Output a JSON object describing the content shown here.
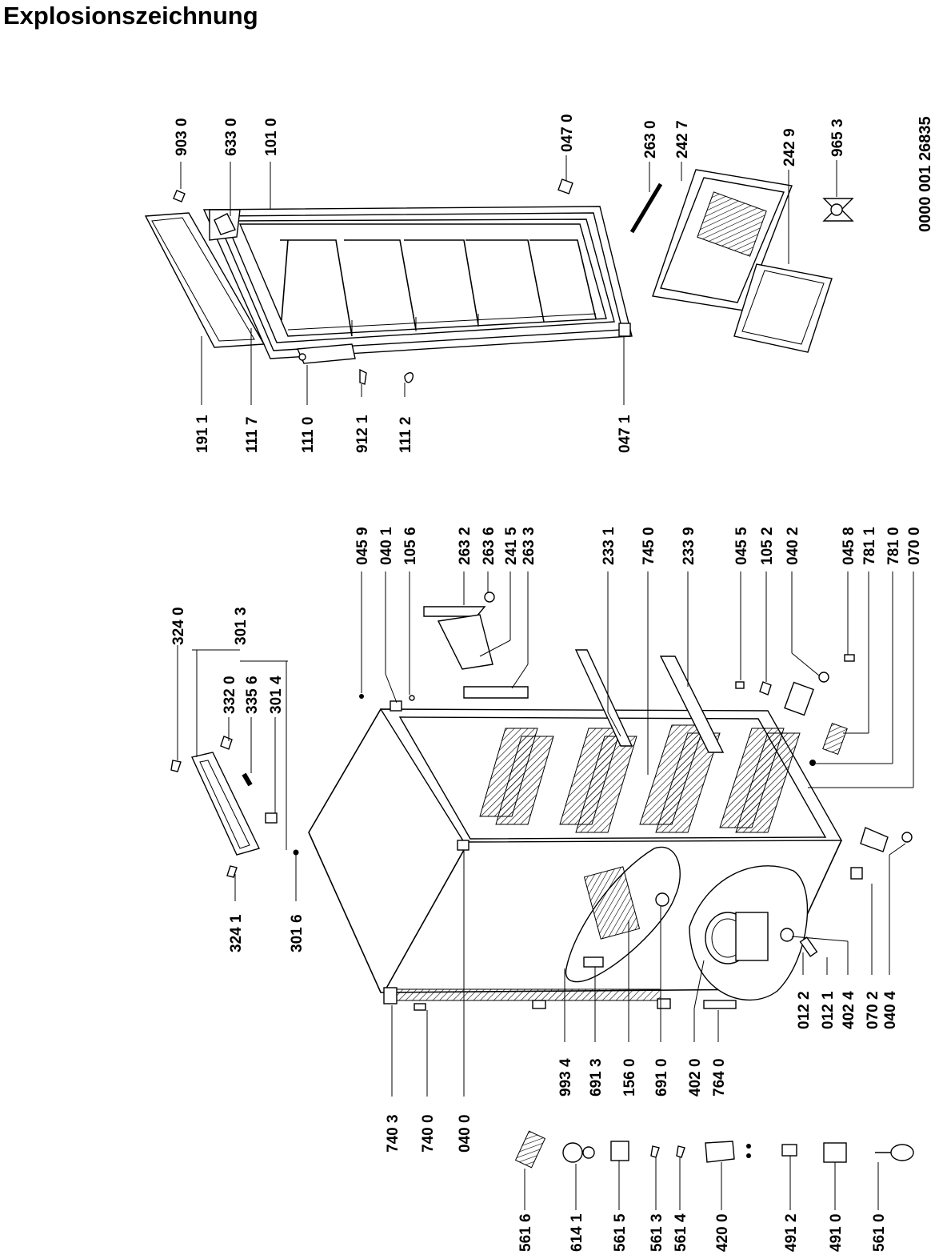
{
  "title": "Explosionszeichnung",
  "document_number": "0000 001 26835",
  "labels": [
    "903 0",
    "633 0",
    "101 0",
    "047 0",
    "263 0",
    "242 7",
    "242 9",
    "965 3",
    "191 1",
    "111 7",
    "111 0",
    "912 1",
    "111 2",
    "047 1",
    "324 0",
    "301 3",
    "332 0",
    "335 6",
    "301 4",
    "324 1",
    "301 6",
    "045 9",
    "040 1",
    "105 6",
    "263 2",
    "263 6",
    "241 5",
    "263 3",
    "233 1",
    "745 0",
    "233 9",
    "045 5",
    "105 2",
    "040 2",
    "045 8",
    "781 1",
    "781 0",
    "070 0",
    "740 3",
    "740 0",
    "040 0",
    "993 4",
    "691 3",
    "156 0",
    "691 0",
    "402 0",
    "764 0",
    "012 2",
    "012 1",
    "402 4",
    "070 2",
    "040 4",
    "561 6",
    "614 1",
    "561 5",
    "561 3",
    "561 4",
    "420 0",
    "491 2",
    "491 0",
    "561 0"
  ]
}
